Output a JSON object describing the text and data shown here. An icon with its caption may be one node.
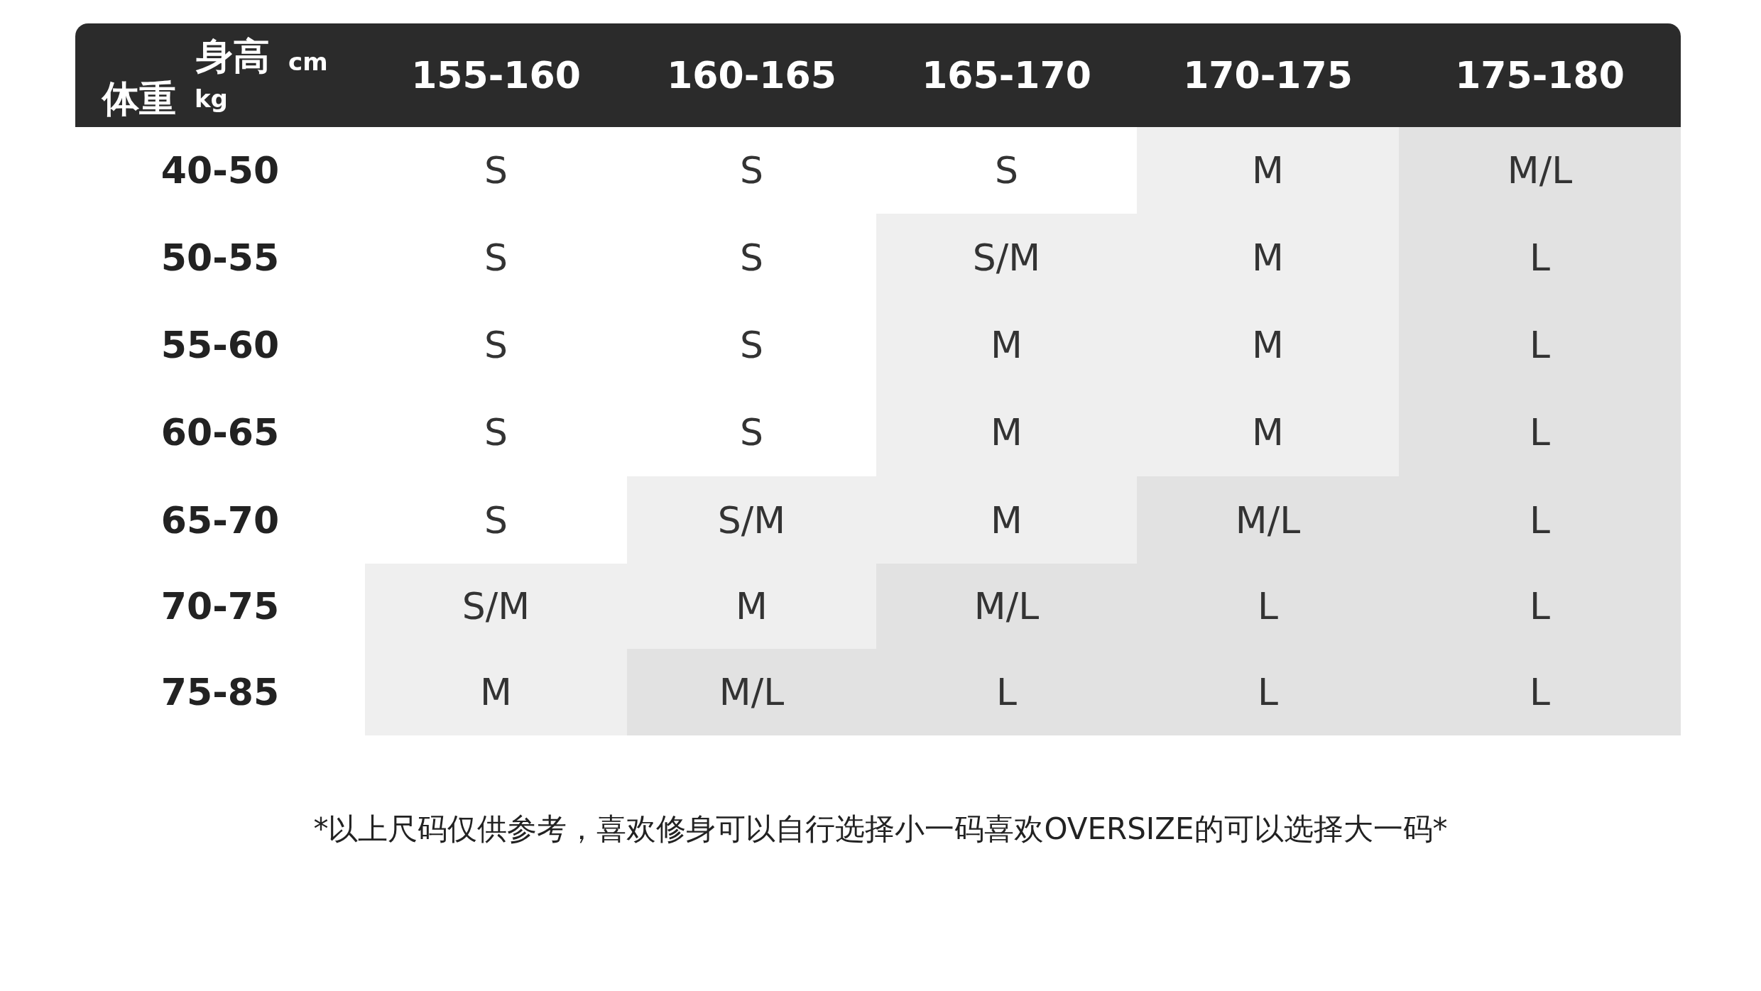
{
  "diagram": {
    "labels": [
      "身高",
      "cm",
      "体重",
      "kg",
      "155-160",
      "160-165",
      "165-170",
      "170-175",
      "175-180",
      "40-50",
      "S",
      "S",
      "S",
      "M",
      "M/L",
      "50-55",
      "S",
      "S",
      "S/M",
      "M",
      "L",
      "55-60",
      "S",
      "S",
      "M",
      "M",
      "L",
      "60-65",
      "S",
      "S",
      "M",
      "M",
      "L",
      "65-70",
      "S",
      "S/M",
      "M",
      "M/L",
      "L",
      "70-75",
      "S/M",
      "M",
      "M/L",
      "L",
      "L",
      "75-85",
      "M",
      "M/L",
      "L",
      "L",
      "L",
      "*以上尺码仅供参考，喜欢修身可以自行选择小一码喜欢OVERSIZE的可以选择大一码*"
    ]
  }
}
